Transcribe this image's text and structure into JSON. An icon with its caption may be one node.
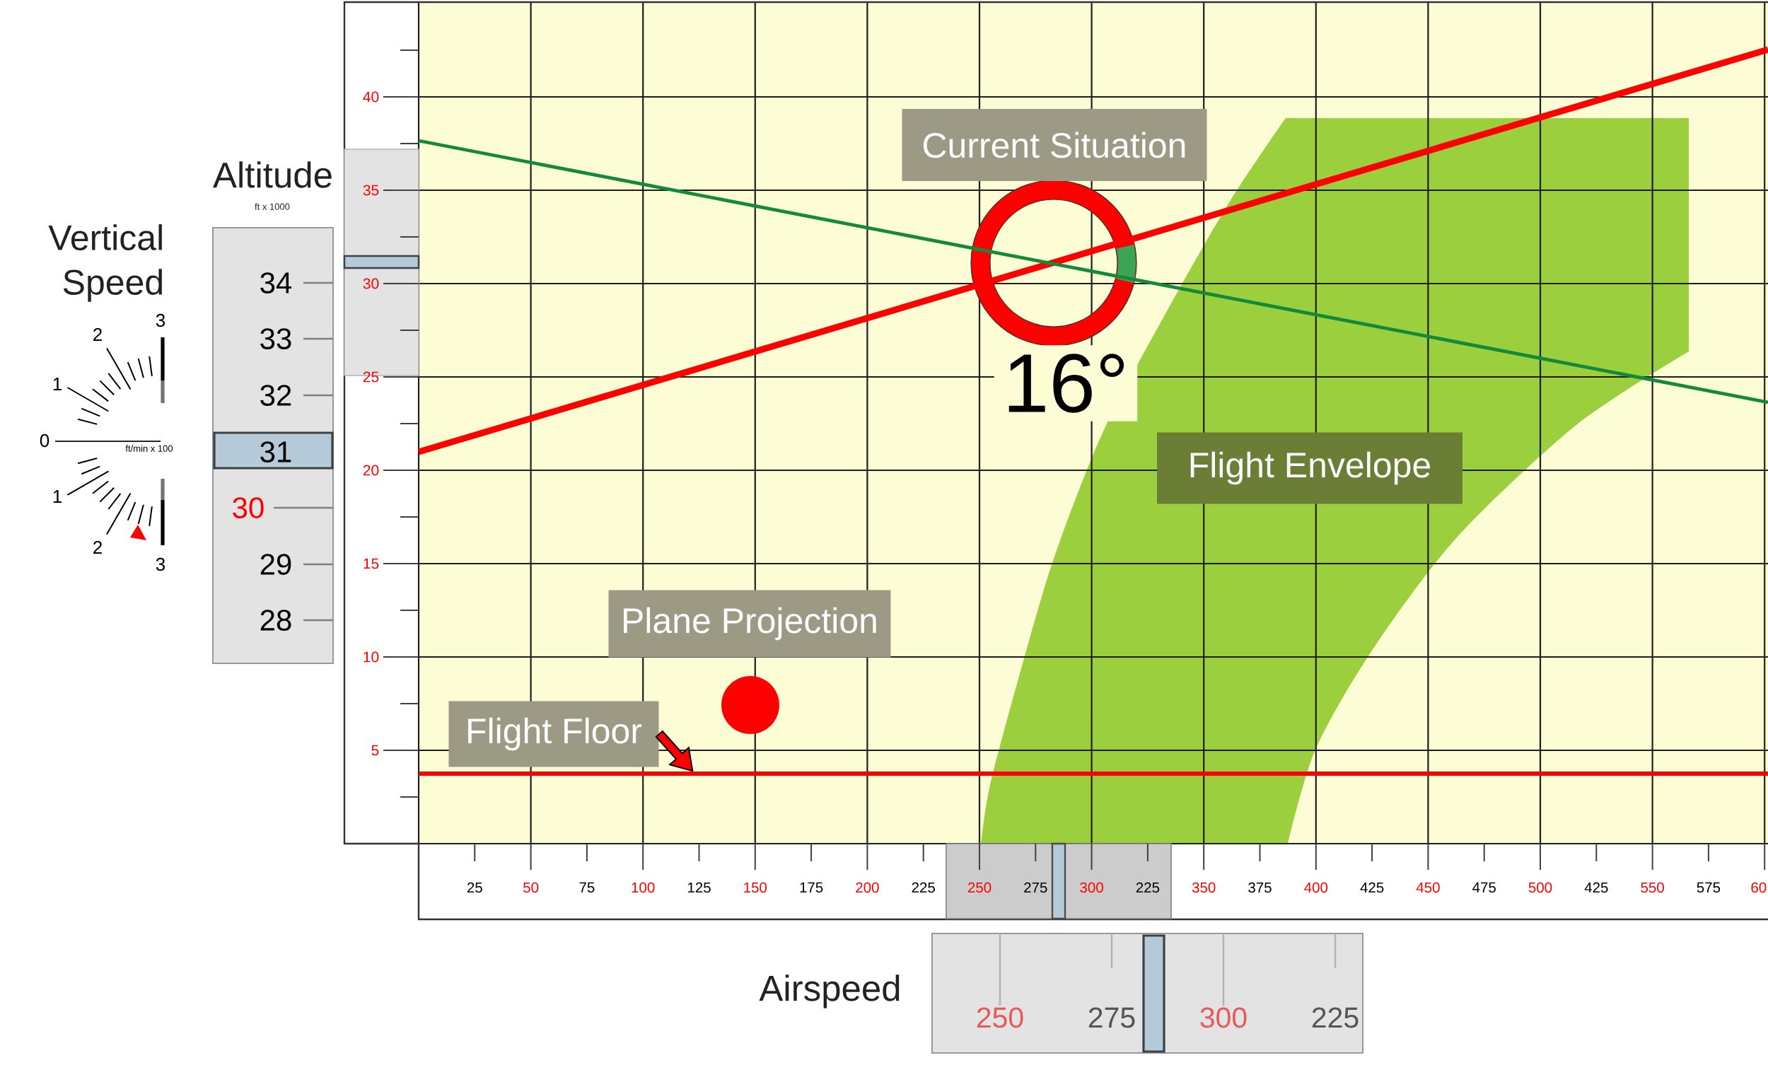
{
  "diagram": {
    "nodes": [
      {
        "text": [
          "34",
          "33",
          "32",
          "31",
          "30",
          "29",
          "28"
        ],
        "beside": [
          "Altitude",
          "ft x 1000"
        ]
      },
      {
        "text": [
          "Current Situation"
        ]
      },
      {
        "text": [
          "Flight Envelope"
        ]
      },
      {
        "text": [
          "Plane Projection"
        ]
      },
      {
        "text": [
          "Flight Floor"
        ]
      },
      {
        "text": [],
        "shape": "line"
      },
      {
        "text": [
          "250",
          "275",
          "300",
          "225"
        ],
        "beside": [
          "Airspeed"
        ]
      }
    ],
    "edges": [
      {
        "from": 4,
        "to": 5,
        "arrow": "to",
        "color": "#ff0000"
      }
    ],
    "labels": [
      "Vertical Speed",
      "3",
      "2",
      "1",
      "0",
      "ft/min x 100",
      "1",
      "2",
      "3",
      "40",
      "35",
      "30",
      "25",
      "20",
      "15",
      "10",
      "5",
      "16°",
      "25",
      "50",
      "75",
      "100",
      "125",
      "150",
      "175",
      "200",
      "225",
      "250",
      "275",
      "300",
      "225",
      "350",
      "375",
      "400",
      "425",
      "450",
      "475",
      "500",
      "425",
      "550",
      "575",
      "60"
    ]
  }
}
